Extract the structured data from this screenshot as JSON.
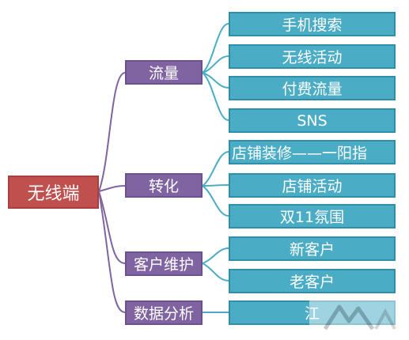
{
  "root": {
    "label": "无线端"
  },
  "branches": [
    {
      "label": "流量",
      "children": [
        "手机搜索",
        "无线活动",
        "付费流量",
        "SNS"
      ]
    },
    {
      "label": "转化",
      "children": [
        "店铺装修——一阳指",
        "店铺活动",
        "双11氛围"
      ]
    },
    {
      "label": "客户维护",
      "children": [
        "新客户",
        "老客户"
      ]
    },
    {
      "label": "数据分析",
      "children": [
        "江"
      ]
    }
  ],
  "colors": {
    "root": "#c0504d",
    "branch": "#8064a2",
    "leaf": "#4bacc6",
    "root_connector": "#8064a2",
    "leaf_connector": "#4bacc6"
  },
  "watermark": {
    "icon": "site-logo-watermark"
  }
}
